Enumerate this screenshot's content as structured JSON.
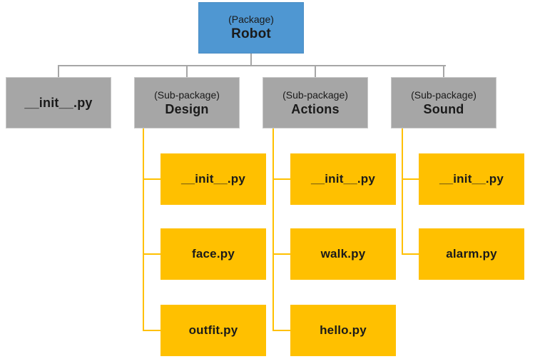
{
  "nodes": {
    "robot": {
      "type_label": "(Package)",
      "name": "Robot"
    },
    "init_root": {
      "name": "__init__.py"
    },
    "design": {
      "type_label": "(Sub-package)",
      "name": "Design"
    },
    "actions": {
      "type_label": "(Sub-package)",
      "name": "Actions"
    },
    "sound": {
      "type_label": "(Sub-package)",
      "name": "Sound"
    }
  },
  "modules": {
    "design": [
      "__init__.py",
      "face.py",
      "outfit.py"
    ],
    "actions": [
      "__init__.py",
      "walk.py",
      "hello.py"
    ],
    "sound": [
      "__init__.py",
      "alarm.py"
    ]
  },
  "colors": {
    "package_fill": "#4f97d2",
    "subpackage_fill": "#a6a6a6",
    "module_fill": "#ffc000",
    "connector_gray": "#a6a6a6",
    "connector_gold": "#ffc000",
    "text": "#1a1a1a",
    "background": "#ffffff"
  }
}
